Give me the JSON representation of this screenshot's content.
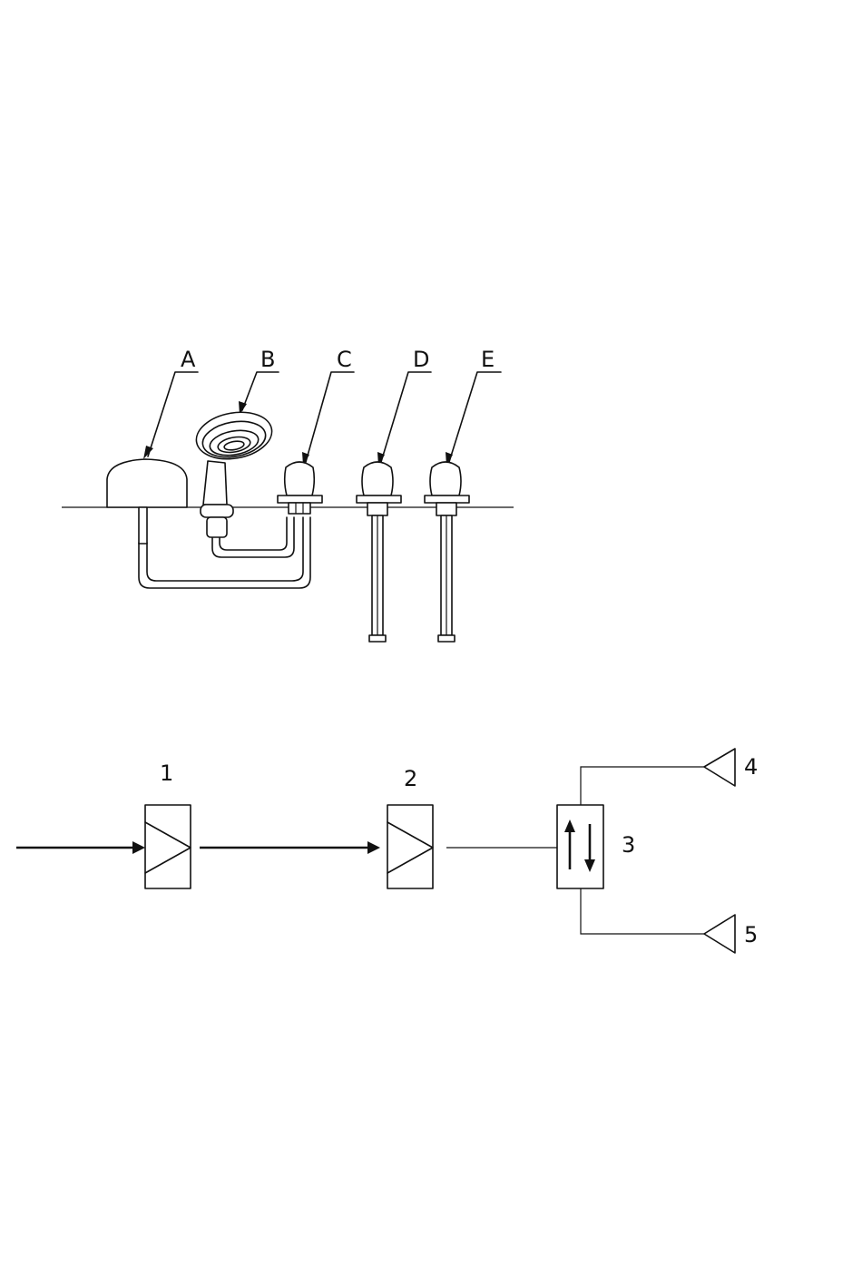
{
  "fixture_diagram": {
    "labels": [
      "A",
      "B",
      "C",
      "D",
      "E"
    ]
  },
  "block_diagram": {
    "labels": [
      "1",
      "2",
      "3",
      "4",
      "5"
    ]
  }
}
